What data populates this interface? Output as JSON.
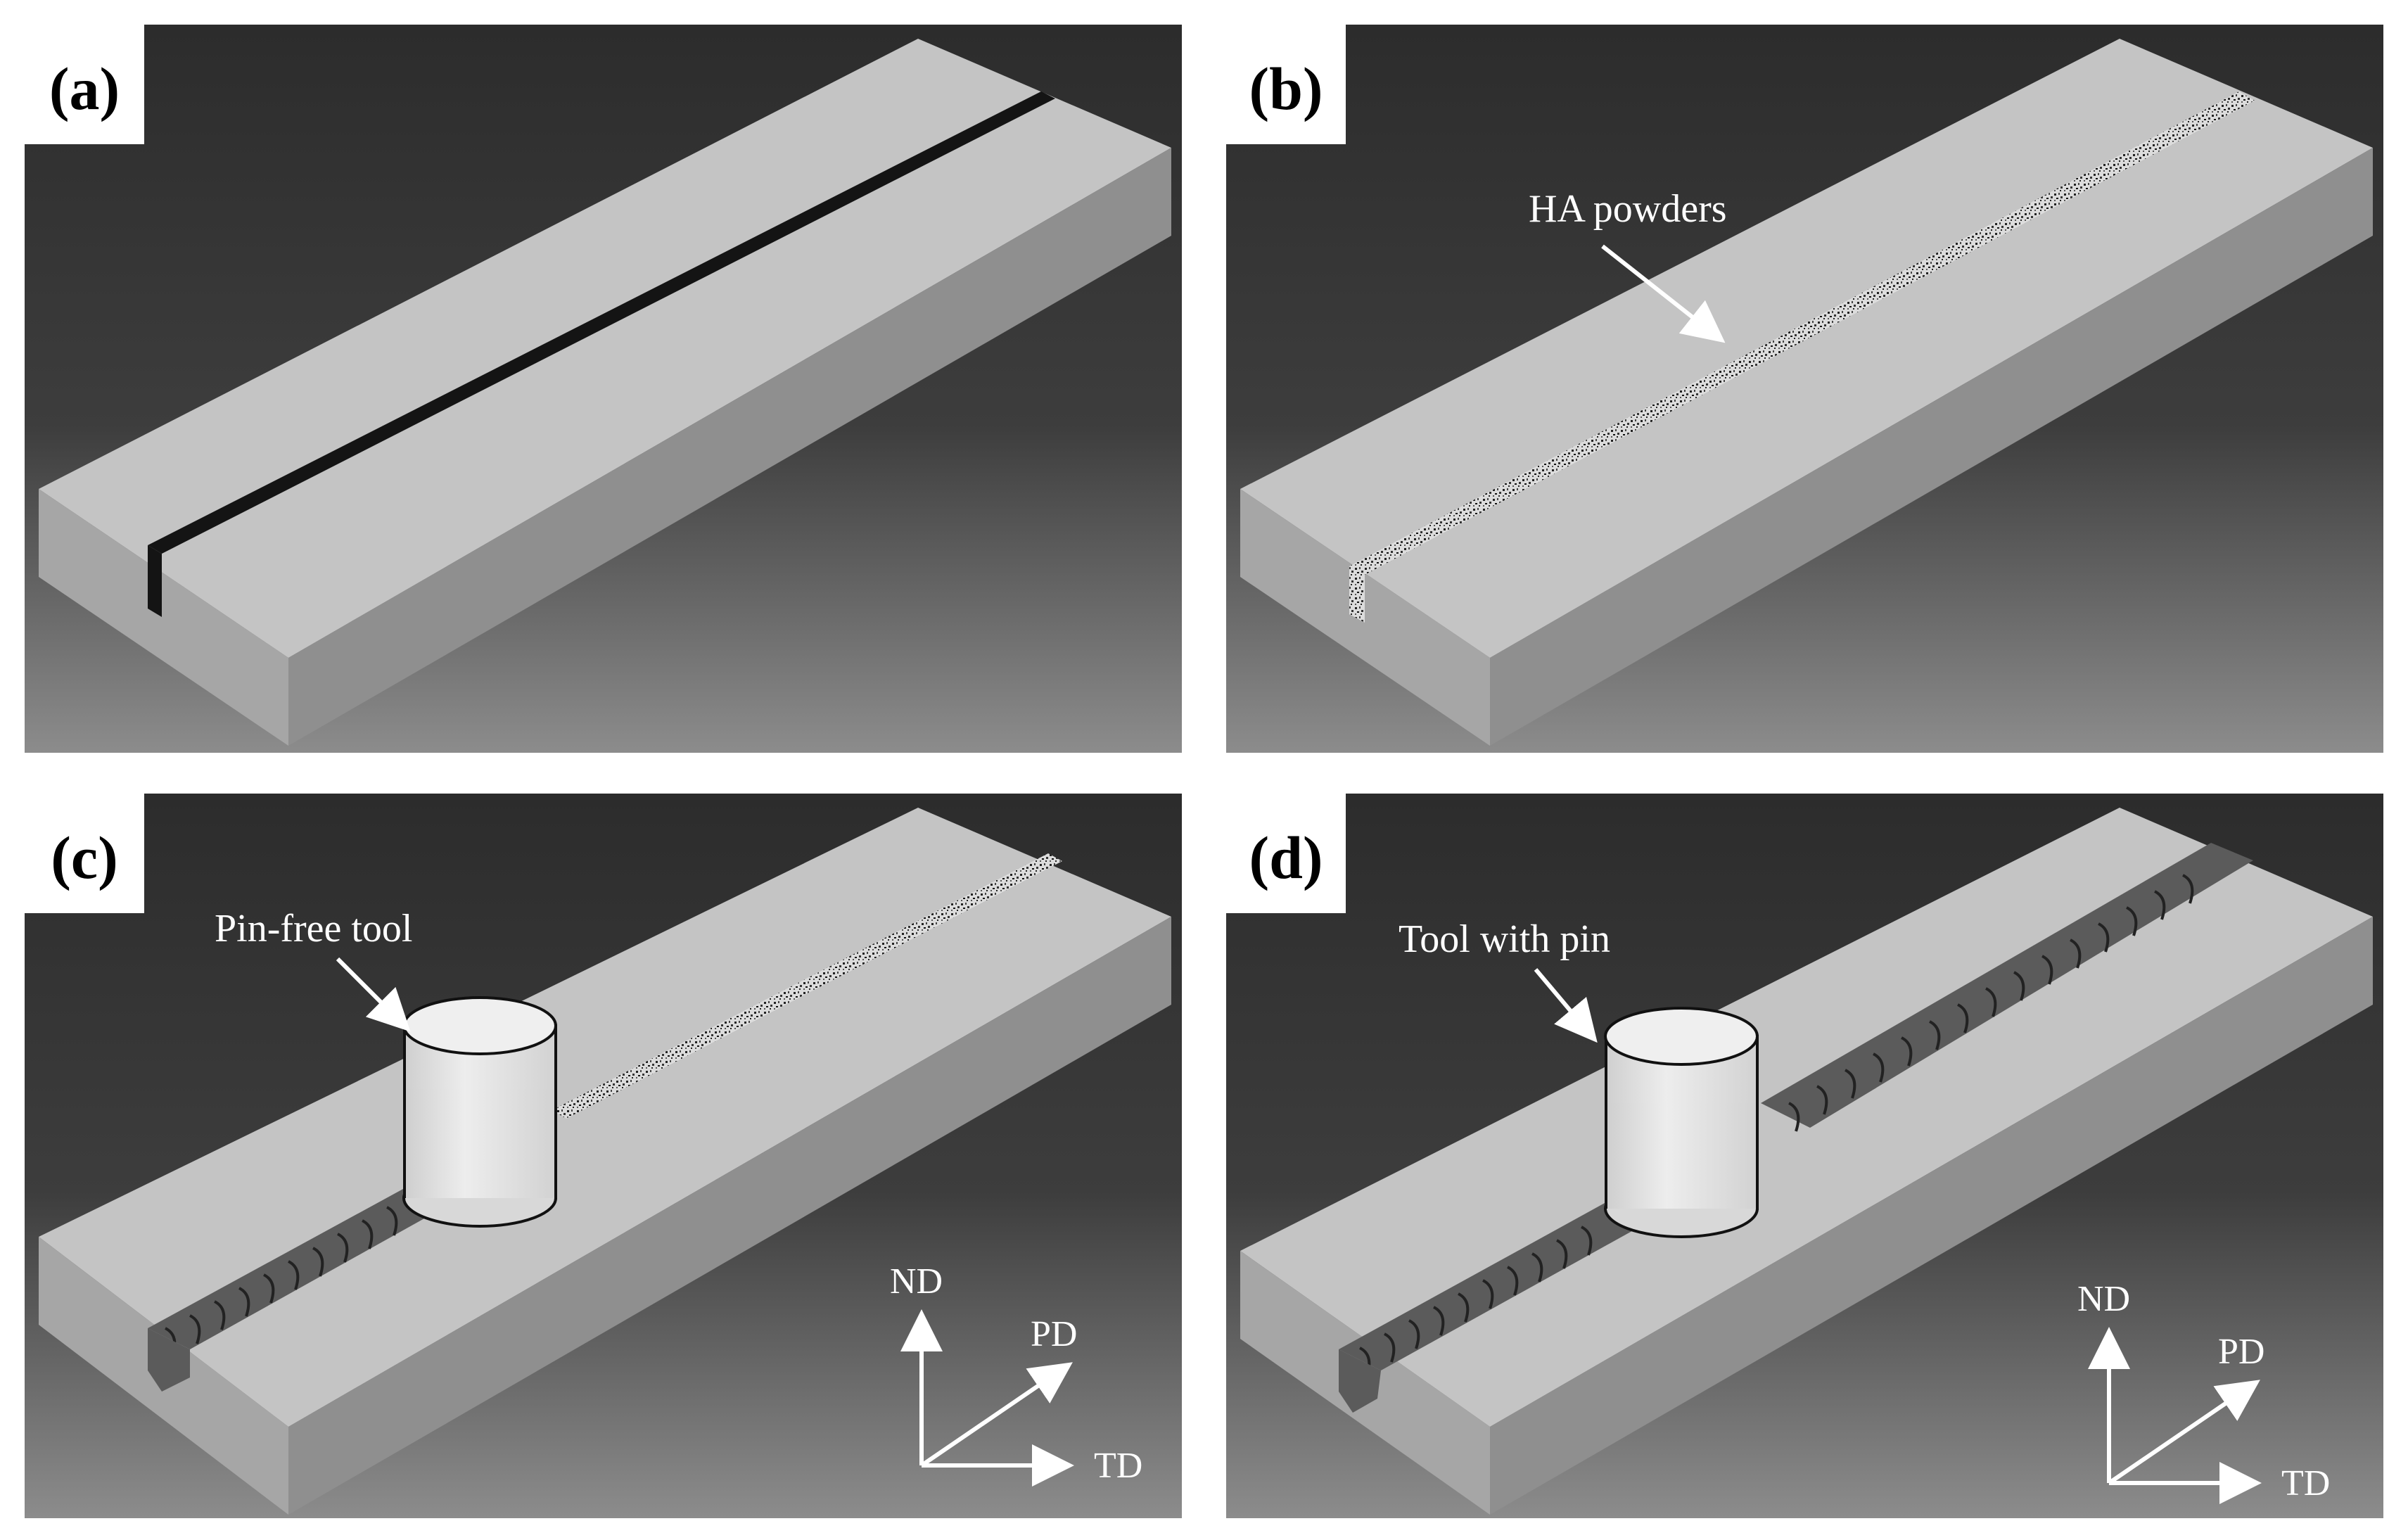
{
  "panels": [
    {
      "id": "a",
      "label": "(a)"
    },
    {
      "id": "b",
      "label": "(b)",
      "callout": "HA powders"
    },
    {
      "id": "c",
      "label": "(c)",
      "callout": "Pin-free tool"
    },
    {
      "id": "d",
      "label": "(d)",
      "callout": "Tool with pin"
    }
  ],
  "axes": {
    "normal": "ND",
    "processing": "PD",
    "transverse": "TD"
  },
  "colors": {
    "background_top": "#2f2f2f",
    "background_bottom": "#8a8a8a",
    "plate_top": "#c3c3c3",
    "plate_front": "#a3a3a3",
    "plate_side": "#8e8e8e",
    "groove": "#141414",
    "tool": "#e6e6e6",
    "stir_zone": "#5a5a5a"
  }
}
